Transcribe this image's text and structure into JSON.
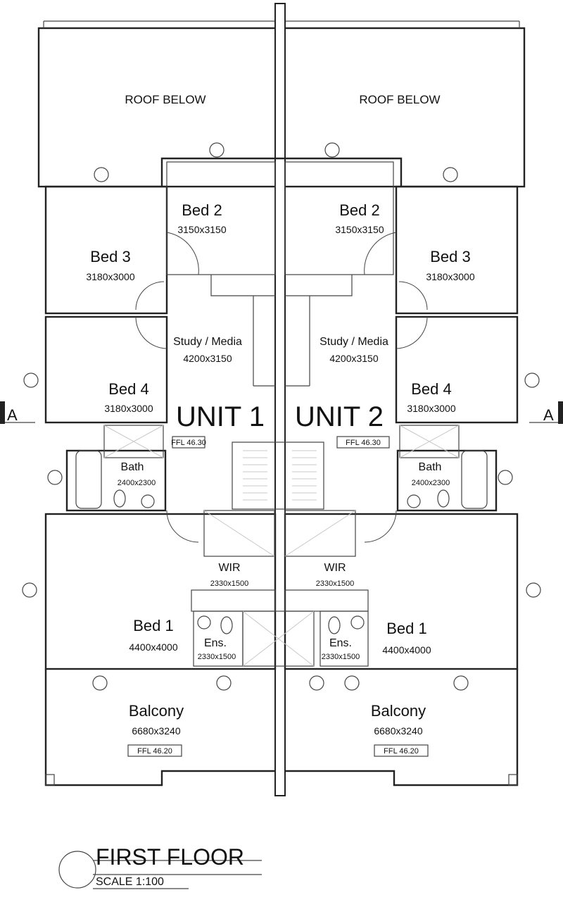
{
  "roof_labels": {
    "left": "ROOF BELOW",
    "right": "ROOF BELOW"
  },
  "units": {
    "unit1": "UNIT 1",
    "unit2": "UNIT 2"
  },
  "ffl": {
    "unit1": "FFL 46.30",
    "unit2": "FFL 46.30",
    "balcony_left": "FFL 46.20",
    "balcony_right": "FFL 46.20"
  },
  "rooms": {
    "bed2_left": {
      "name": "Bed 2",
      "dim": "3150x3150"
    },
    "bed2_right": {
      "name": "Bed 2",
      "dim": "3150x3150"
    },
    "bed3_left": {
      "name": "Bed 3",
      "dim": "3180x3000"
    },
    "bed3_right": {
      "name": "Bed 3",
      "dim": "3180x3000"
    },
    "study_left": {
      "name": "Study / Media",
      "dim": "4200x3150"
    },
    "study_right": {
      "name": "Study / Media",
      "dim": "4200x3150"
    },
    "bed4_left": {
      "name": "Bed 4",
      "dim": "3180x3000"
    },
    "bed4_right": {
      "name": "Bed 4",
      "dim": "3180x3000"
    },
    "bath_left": {
      "name": "Bath",
      "dim": "2400x2300"
    },
    "bath_right": {
      "name": "Bath",
      "dim": "2400x2300"
    },
    "wir_left": {
      "name": "WIR",
      "dim": "2330x1500"
    },
    "wir_right": {
      "name": "WIR",
      "dim": "2330x1500"
    },
    "bed1_left": {
      "name": "Bed 1",
      "dim": "4400x4000"
    },
    "bed1_right": {
      "name": "Bed 1",
      "dim": "4400x4000"
    },
    "ens_left": {
      "name": "Ens.",
      "dim": "2330x1500"
    },
    "ens_right": {
      "name": "Ens.",
      "dim": "2330x1500"
    },
    "balcony_left": {
      "name": "Balcony",
      "dim": "6680x3240"
    },
    "balcony_right": {
      "name": "Balcony",
      "dim": "6680x3240"
    }
  },
  "section_markers": {
    "left": "A",
    "right": "A"
  },
  "title": {
    "name": "FIRST FLOOR",
    "scale": "SCALE 1:100"
  }
}
